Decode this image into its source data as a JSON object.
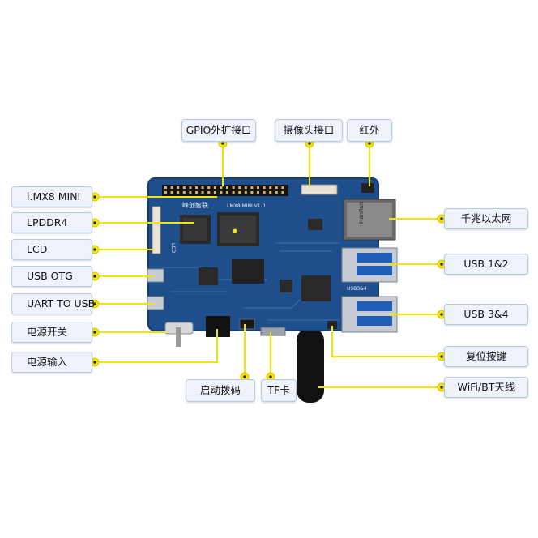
{
  "labels": {
    "gpio": "GPIO外扩接口",
    "camera": "摄像头接口",
    "ir": "红外",
    "imx8": "i.MX8 MINI",
    "lpddr4": "LPDDR4",
    "lcd": "LCD",
    "usb_otg": "USB OTG",
    "uart": "UART TO USB",
    "power_switch": "电源开关",
    "power_in": "电源输入",
    "boot_dip": "启动拨码",
    "tf": "TF卡",
    "ethernet": "千兆以太网",
    "usb12": "USB 1&2",
    "usb34": "USB 3&4",
    "reset": "复位按键",
    "wifi": "WiFi/BT天线"
  },
  "board_text": {
    "brand": "峰创智联",
    "model": "i.MX8 MINI V1.0",
    "eth_brand": "HanRun",
    "usb_tag": "USB3&4",
    "lcd_tag": "LCD"
  },
  "colors": {
    "pcb": "#1f4e8c",
    "leader": "#f2e600",
    "dot": "#f2e600",
    "label_bg": "#eef3fb"
  }
}
